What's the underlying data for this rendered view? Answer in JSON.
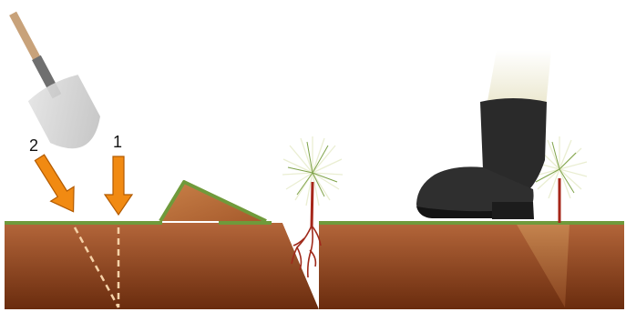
{
  "diagram": {
    "steps": [
      {
        "label": "2",
        "arrow": "angled-insertion"
      },
      {
        "label": "1",
        "arrow": "vertical-insertion"
      }
    ],
    "colors": {
      "soil_top": "#b06238",
      "soil_bottom": "#6e2f10",
      "grass": "#6f9a3b",
      "arrow": "#f18a12",
      "arrow_outline": "#b25a00",
      "shovel_blade": "#d6d6d6",
      "shovel_handle": "#c8a27a",
      "boot": "#2a2a2a",
      "leg": "#f2efdc",
      "needles": "#e6ebd0",
      "stem": "#a62619",
      "roots": "#a02a1b"
    },
    "icons": [
      "shovel-icon",
      "arrow-down-icon",
      "seedling-icon",
      "boot-icon"
    ]
  }
}
